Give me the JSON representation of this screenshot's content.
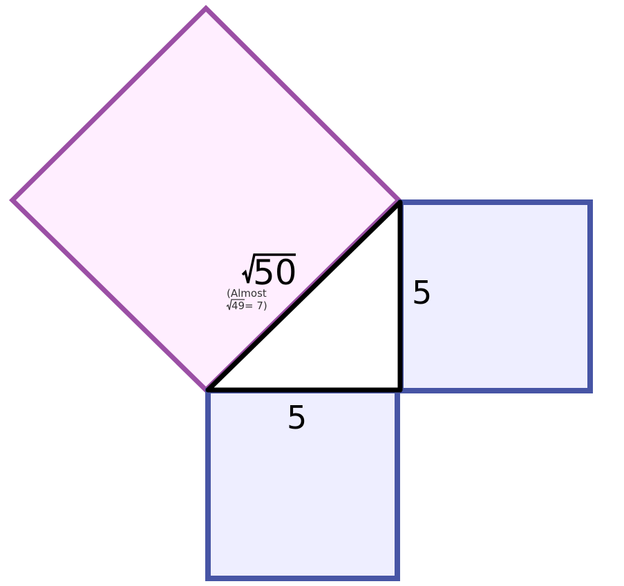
{
  "diagram": {
    "side_a_label": "5",
    "side_b_label": "5",
    "hypotenuse_value": "50",
    "note_line1": "(Almost",
    "note_line2_radicand": "49",
    "note_line2_rest": " = 7)"
  },
  "colors": {
    "hyp_square_stroke": "#9b4fa5",
    "hyp_square_fill": "#ffeeff",
    "leg_square_stroke": "#4755a5",
    "leg_square_fill": "#eeeeff",
    "triangle_stroke": "#000000"
  }
}
